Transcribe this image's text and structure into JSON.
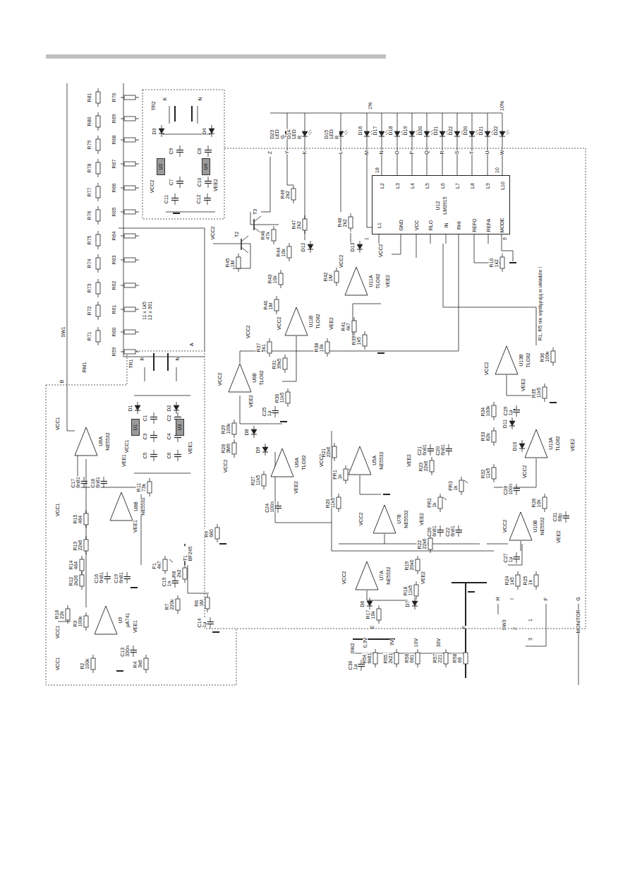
{
  "diagram": {
    "nodes": [
      {
        "text": [
          "U12",
          "LM3915",
          "L2",
          "L3",
          "L4",
          "L5",
          "L6",
          "L7",
          "L8",
          "L9",
          "L10",
          "L1",
          "GND",
          "VCC",
          "RLO",
          "IN",
          "RHI",
          "REFO",
          "REFA",
          "MODE"
        ]
      },
      {
        "text": [
          "U2"
        ]
      },
      {
        "text": [
          "U4"
        ]
      },
      {
        "text": [
          "U1"
        ]
      },
      {
        "text": [
          "U3"
        ]
      },
      {
        "text": [
          "U8A",
          "NE5532"
        ]
      },
      {
        "text": [
          "U8B",
          "NE5532"
        ]
      },
      {
        "text": [
          "U9",
          "µA741"
        ]
      },
      {
        "text": [
          "U6B",
          "TLO82"
        ]
      },
      {
        "text": [
          "U6A",
          "TLO82"
        ]
      },
      {
        "text": [
          "U11B",
          "TLO82"
        ]
      },
      {
        "text": [
          "U11A",
          "TLO82"
        ]
      },
      {
        "text": [
          "U5A",
          "NE5532"
        ]
      },
      {
        "text": [
          "U7B",
          "NE5532"
        ]
      },
      {
        "text": [
          "U7A",
          "NE5532"
        ]
      },
      {
        "text": [
          "U10B",
          "NE5532"
        ]
      },
      {
        "text": [
          "U13B",
          "TLO82"
        ]
      },
      {
        "text": [
          "U13A",
          "TLO82"
        ]
      }
    ],
    "labels": [
      "1%",
      "10%",
      "D23 LED G",
      "D14 LED R",
      "D15 LED R",
      "D16",
      "D17",
      "D18",
      "D19",
      "D20",
      "D21",
      "D22",
      "D20",
      "D21",
      "D22",
      "Z",
      "Y",
      "K",
      "L",
      "M",
      "N",
      "O",
      "P",
      "Q",
      "R",
      "S",
      "T",
      "U",
      "W",
      "18",
      "10",
      "1",
      "9",
      "T3",
      "T2",
      "R46 47k",
      "R49 2k2",
      "R47 2k2",
      "R48 2k2",
      "D12",
      "D13",
      "R45 1M",
      "R44 10k",
      "R43 10k",
      "R42 1M",
      "R40 1M",
      "R41 4k7",
      "R39 1k5",
      "R38 10k",
      "R37 5k1",
      "R31 39k5",
      "R30 11k5",
      "C25 1µ",
      "R29 100k",
      "R28 3M6",
      "D8",
      "D9",
      "R27 11k5",
      "C24 100n",
      "VCC2",
      "VCC2",
      "VCC2",
      "VCC2",
      "VCC2",
      "VCC2",
      "VCC2",
      "VCC2",
      "VCC2",
      "VCC2",
      "VCC2",
      "VCC2",
      "VCC2",
      "VEE2",
      "VEE2",
      "VEE2",
      "VEE2",
      "VEE2",
      "VEE2",
      "VEE2",
      "VEE2",
      "VEE2",
      "VEE2",
      "R10 1k2",
      "R1, R5 nie występują w układzie !",
      "R36 100k",
      "R35 11k5",
      "C29 1µ",
      "R34 100k",
      "D11",
      "D10",
      "R33 82k",
      "R32 11k5",
      "C28 100n",
      "R26 10k",
      "C31 68p",
      "C27 1µ",
      "R24 1k5",
      "R25 1k",
      "SW3",
      "H",
      "I",
      "F",
      "G",
      "MONITOR",
      "1",
      "2",
      "3",
      "R21 22k6",
      "PR1 1k",
      "C21 6n81",
      "C20 6n81",
      "R23 22k6",
      "PR3 1k",
      "R20 11k5",
      "PR2 1k",
      "C26 6n81",
      "C22 6n81",
      "R22 22k6",
      "R19 20k0",
      "R18 11k5",
      "R17 10k",
      "D6",
      "D7",
      "E",
      "F",
      "SW2",
      "0,3V",
      "3V",
      "10V",
      "30V",
      "C30 1µ",
      "R54 6k81",
      "R55 2k21",
      "R56 681",
      "R57 221",
      "R58 68",
      "R81",
      "R80",
      "R79",
      "R78",
      "R77",
      "R76",
      "R75",
      "R74",
      "R73",
      "R72",
      "R71",
      "R70",
      "R69",
      "R68",
      "R67",
      "R66",
      "R65",
      "R64",
      "R63",
      "R62",
      "R61",
      "R60",
      "R59",
      "11 x 1k5",
      "12 x 301",
      "SW1",
      "RM1",
      "A",
      "B",
      "TR2",
      "K",
      "N",
      "D3",
      "D4",
      "C9",
      "C8",
      "C7",
      "C10",
      "C11",
      "C12",
      "VCC2",
      "VEE2",
      "TR1",
      "R",
      "N",
      "D1",
      "D2",
      "C1",
      "C2",
      "C3",
      "C4",
      "C5",
      "C6",
      "VCC1",
      "VEE1",
      "VCC1",
      "VEE1",
      "C17 6n81",
      "C18 6n81",
      "R11 73k",
      "VCC1",
      "VEE1",
      "R15 464",
      "R13 22k6",
      "R14 464",
      "R12 2k26",
      "C16 6n81",
      "C19 6n81",
      "P1 4k7",
      "C15 1n",
      "R8 2k2",
      "T1 BF245",
      "R9 680",
      "R7 220k",
      "R6 1M",
      "C14 1µ",
      "R16 22k",
      "R3 100k",
      "VCC1",
      "VEE1",
      "C13 330n",
      "VCC1",
      "R2 100k",
      "R4 3k6"
    ]
  }
}
